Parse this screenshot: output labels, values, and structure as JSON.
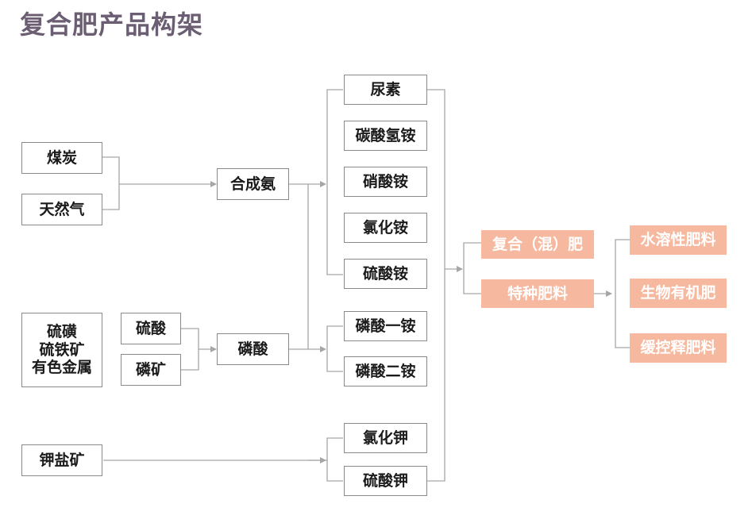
{
  "title": "复合肥产品构架",
  "raw_materials": {
    "coal": "煤炭",
    "natural_gas": "天然气",
    "sulfur_group": [
      "硫磺",
      "硫铁矿",
      "有色金属"
    ],
    "potash_ore": "钾盐矿"
  },
  "intermediates": {
    "sulfuric_acid": "硫酸",
    "phosphate_rock": "磷矿",
    "synthetic_ammonia": "合成氨",
    "phosphoric_acid": "磷酸"
  },
  "single_fertilizers": [
    "尿素",
    "碳酸氢铵",
    "硝酸铵",
    "氯化铵",
    "硫酸铵",
    "磷酸一铵",
    "磷酸二铵",
    "氯化钾",
    "硫酸钾"
  ],
  "compound_products": [
    "复合（混）肥",
    "特种肥料"
  ],
  "special_types": [
    "水溶性肥料",
    "生物有机肥",
    "缓控释肥料"
  ],
  "colors": {
    "title": "#6b5e72",
    "box_border": "#8a8a8a",
    "line": "#a6a6a6",
    "orange_fill": "#f6b89e"
  }
}
